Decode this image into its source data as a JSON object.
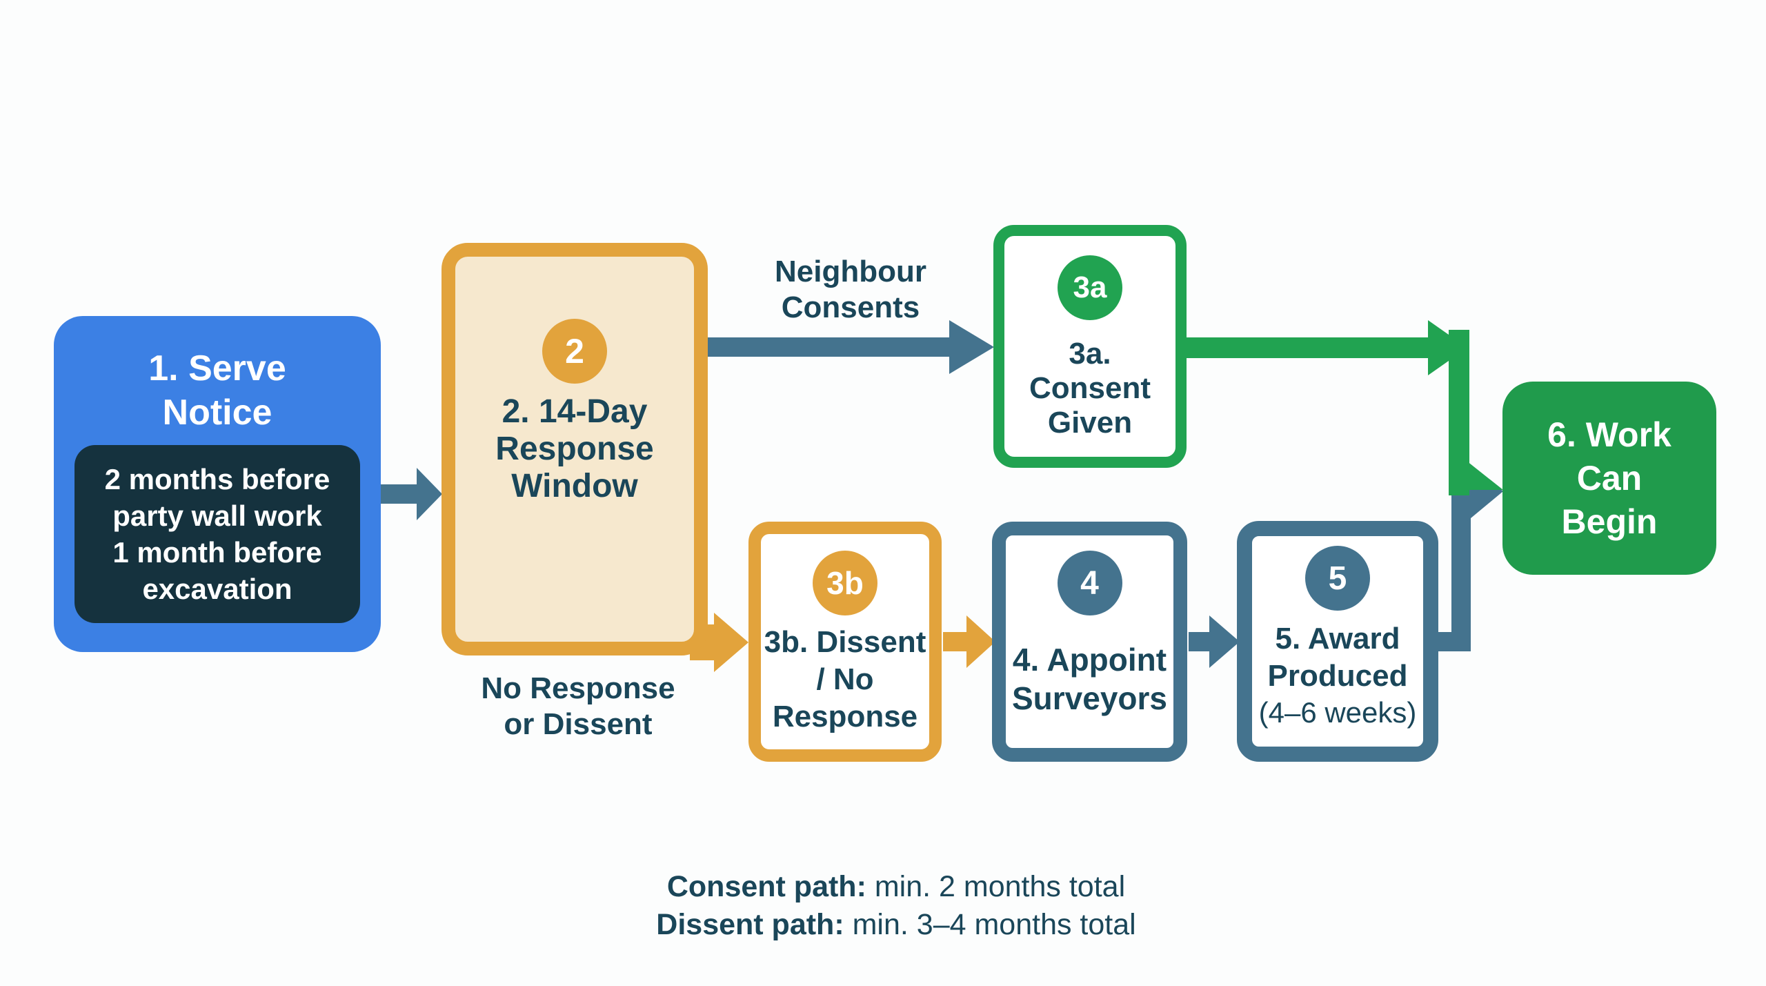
{
  "colors": {
    "background": "#fcfdfd",
    "blue": "#3c80e4",
    "dark_panel": "#15323e",
    "amber": "#e2a33c",
    "cream_fill": "#f6e8ce",
    "teal": "#44738e",
    "green": "#21a351",
    "green_fill": "#209b4c",
    "navy_text": "#1a4659"
  },
  "nodes": {
    "serve_notice": {
      "title": "1. Serve\nNotice",
      "detail": "2 months before\nparty wall work\n1 month before\nexcavation"
    },
    "response_window": {
      "badge": "2",
      "title": "2. 14-Day\nResponse\nWindow"
    },
    "consent_given": {
      "badge": "3a",
      "title": "3a. Consent\nGiven"
    },
    "dissent_no_response": {
      "badge": "3b",
      "title": "3b. Dissent\n/ No\nResponse"
    },
    "appoint_surveyors": {
      "badge": "4",
      "title": "4. Appoint\nSurveyors"
    },
    "award_produced": {
      "badge": "5",
      "title": "5. Award\nProduced",
      "subtitle": "(4–6 weeks)"
    },
    "work_can_begin": {
      "title": "6. Work\nCan\nBegin"
    }
  },
  "edge_labels": {
    "consent": "Neighbour\nConsents",
    "dissent": "No Response\nor Dissent"
  },
  "caption": {
    "consent_label": "Consent path:",
    "consent_text": " min. 2 months total",
    "dissent_label": "Dissent path:",
    "dissent_text": " min. 3–4 months total"
  }
}
